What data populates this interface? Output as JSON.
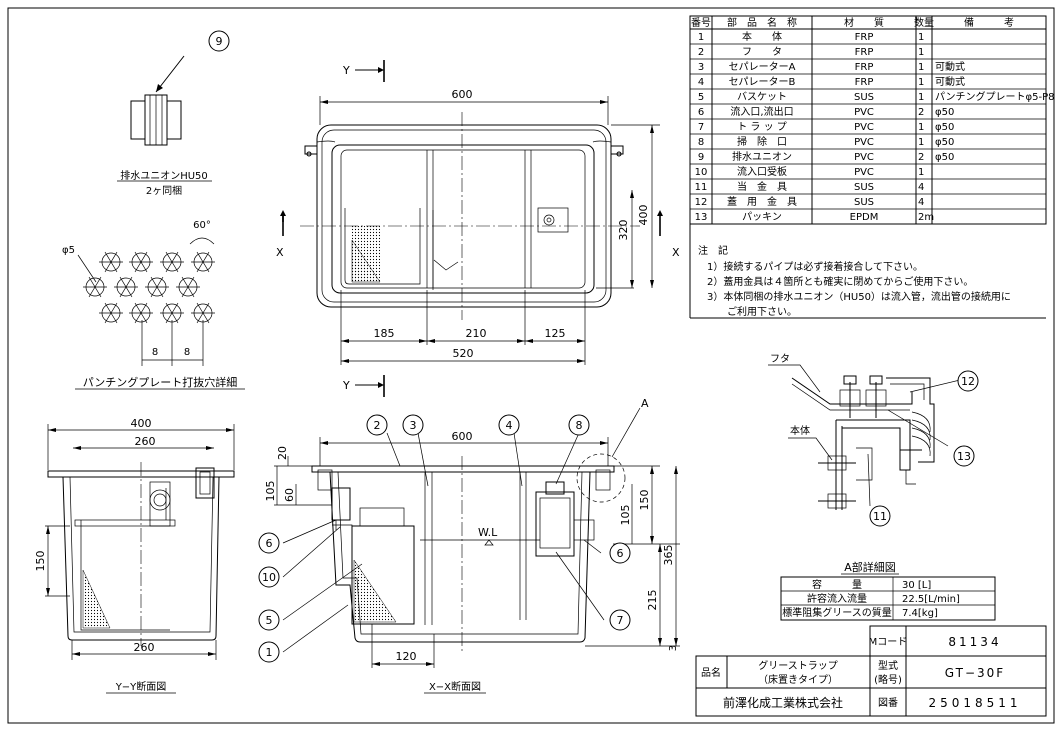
{
  "balloons": [
    "1",
    "2",
    "3",
    "4",
    "5",
    "6",
    "7",
    "8",
    "9",
    "10",
    "11",
    "12",
    "13"
  ],
  "union_caption": {
    "line1": "排水ユニオンHU50",
    "line2": "2ヶ同梱"
  },
  "punching": {
    "title": "パンチングプレート打抜穴詳細",
    "hole": "φ5",
    "angle": "60°",
    "pitch": "8"
  },
  "plan_view": {
    "section_mark": "Y",
    "axis_mark": "X",
    "dims": {
      "overall": "600",
      "height_320": "320",
      "height_400": "400",
      "d185": "185",
      "d210": "210",
      "d125": "125",
      "d520": "520"
    }
  },
  "yy_section": {
    "title": "Y−Y断面図",
    "dims": {
      "width": "400",
      "inner": "260",
      "bottom": "260",
      "level": "150"
    }
  },
  "xx_section": {
    "title": "X−X断面図",
    "water_level": "W.L",
    "dims": {
      "width": "600",
      "d20": "20",
      "d105": "105",
      "d60": "60",
      "d105b": "105",
      "d150": "150",
      "d365": "365",
      "d215": "215",
      "d3": "3",
      "d120": "120"
    },
    "detail_mark": "A"
  },
  "detail_a": {
    "title": "A部詳細図",
    "lid": "フタ",
    "body": "本体"
  },
  "parts_table": {
    "headers": [
      "番号",
      "部　品　名　称",
      "材　　質",
      "数量",
      "備　　　考"
    ],
    "rows": [
      [
        "1",
        "本　　体",
        "FRP",
        "1",
        ""
      ],
      [
        "2",
        "フ　　タ",
        "FRP",
        "1",
        ""
      ],
      [
        "3",
        "セパレーターA",
        "FRP",
        "1",
        "可動式"
      ],
      [
        "4",
        "セパレーターB",
        "FRP",
        "1",
        "可動式"
      ],
      [
        "5",
        "バスケット",
        "SUS",
        "1",
        "パンチングプレートφ5-P8"
      ],
      [
        "6",
        "流入口,流出口",
        "PVC",
        "2",
        "φ50"
      ],
      [
        "7",
        "ト ラ ッ プ",
        "PVC",
        "1",
        "φ50"
      ],
      [
        "8",
        "掃　除　口",
        "PVC",
        "1",
        "φ50"
      ],
      [
        "9",
        "排水ユニオン",
        "PVC",
        "2",
        "φ50"
      ],
      [
        "10",
        "流入口受板",
        "PVC",
        "1",
        ""
      ],
      [
        "11",
        "当　金　具",
        "SUS",
        "4",
        ""
      ],
      [
        "12",
        "蓋　用　金　具",
        "SUS",
        "4",
        ""
      ],
      [
        "13",
        "パッキン",
        "EPDM",
        "2m",
        ""
      ]
    ]
  },
  "notes": {
    "title": "注　記",
    "items": [
      "1）接続するパイプは必ず接着接合して下さい。",
      "2）蓋用金具は４箇所とも確実に閉めてからご使用下さい。",
      "3）本体同梱の排水ユニオン（HU50）は流入管，流出管の接続用に",
      "ご利用下さい。"
    ]
  },
  "capacity_table": {
    "rows": [
      [
        "容　　　量",
        "30 [L]"
      ],
      [
        "許容流入流量",
        "22.5[L/min]"
      ],
      [
        "標準阻集グリースの質量",
        "7.4[kg]"
      ]
    ]
  },
  "title_block": {
    "mcode_label": "Mコード",
    "mcode": "81134",
    "name_label": "品名",
    "name_line1": "グリーストラップ",
    "name_line2": "（床置きタイプ）",
    "model_label_1": "型式",
    "model_label_2": "(略号)",
    "model": "GT−30F",
    "company": "前澤化成工業株式会社",
    "drawing_no_label": "図番",
    "drawing_no": "25018511"
  }
}
